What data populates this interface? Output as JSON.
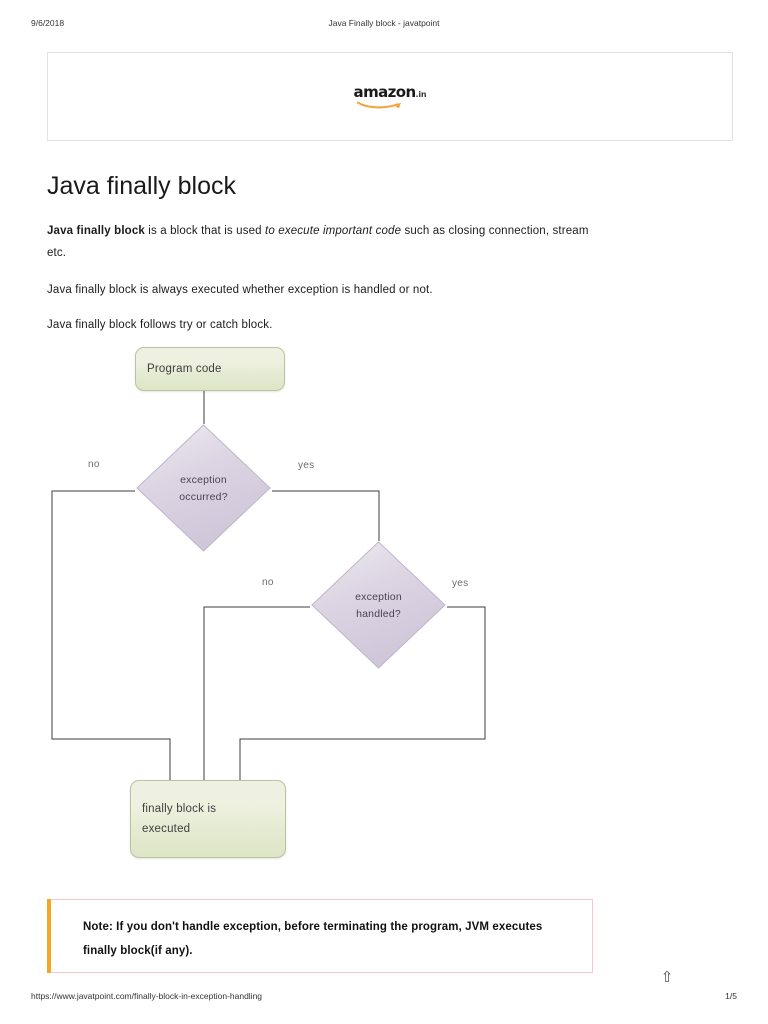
{
  "print_header": {
    "date": "9/6/2018",
    "document_title": "Java Finally block - javatpoint"
  },
  "advertisement": {
    "brand_word": "amazon",
    "brand_tld": ".in",
    "logo_name": "amazon-in-logo",
    "swoosh_color": "#f2a33c"
  },
  "article": {
    "title": "Java finally block",
    "paragraphs": {
      "p1_bold": "Java finally block",
      "p1_mid": " is a block that is used ",
      "p1_italic": "to execute important code",
      "p1_tail": " such as closing connection, stream etc.",
      "p2": "Java finally block is always executed whether exception is handled or not.",
      "p3": "Java finally block follows try or catch block."
    }
  },
  "flowchart": {
    "nodes": {
      "program_code": "Program code",
      "exception_occurred_l1": "exception",
      "exception_occurred_l2": "occurred?",
      "exception_handled_l1": "exception",
      "exception_handled_l2": "handled?",
      "finally_block_l1": "finally block is",
      "finally_block_l2": "executed"
    },
    "edge_labels": {
      "occurred_no": "no",
      "occurred_yes": "yes",
      "handled_no": "no",
      "handled_yes": "yes"
    },
    "colors": {
      "box_fill": "#e7eed6",
      "box_border": "#b9c49b",
      "diamond_fill": "#ddd6e4",
      "diamond_border": "#bfb7c9",
      "connector": "#3c3c3c"
    }
  },
  "note": {
    "text": "Note: If you don't handle exception, before terminating the program, JVM executes finally block(if any).",
    "accent_color": "#f5a623",
    "border_color": "#f6c6cd"
  },
  "scroll_top": {
    "glyph": "⇧",
    "name": "scroll-to-top-icon"
  },
  "print_footer": {
    "url": "https://www.javatpoint.com/finally-block-in-exception-handling",
    "page": "1/5"
  }
}
